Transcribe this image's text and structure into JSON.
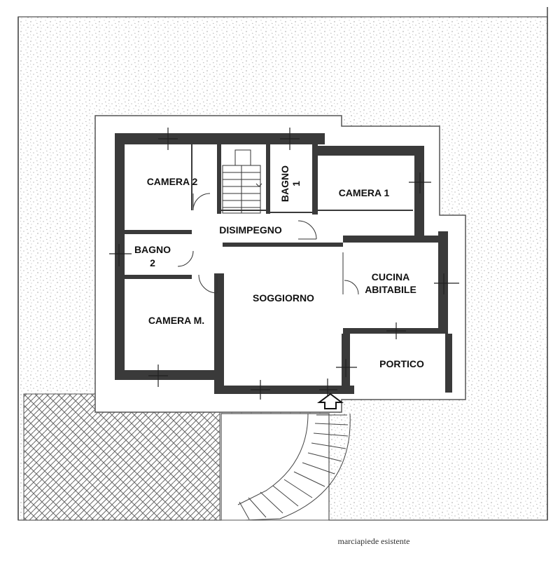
{
  "colors": {
    "wall": "#3a3a3a",
    "plot_speckle": "#9a9a9a",
    "paving": "#6a6a6a",
    "background": "#ffffff"
  },
  "rooms": {
    "camera2": "CAMERA 2",
    "bagno1_line1": "BAGNO",
    "bagno1_line2": "1",
    "camera1": "CAMERA 1",
    "disimpegno": "DISIMPEGNO",
    "bagno2_line1": "BAGNO",
    "bagno2_line2": "2",
    "soggiorno": "SOGGIORNO",
    "cucina_line1": "CUCINA",
    "cucina_line2": "ABITABILE",
    "camera_m": "CAMERA M.",
    "portico": "PORTICO"
  },
  "footer": {
    "sidewalk": "marciapiede esistente"
  },
  "icons": {
    "entrance": "up-arrow-outline-icon"
  }
}
